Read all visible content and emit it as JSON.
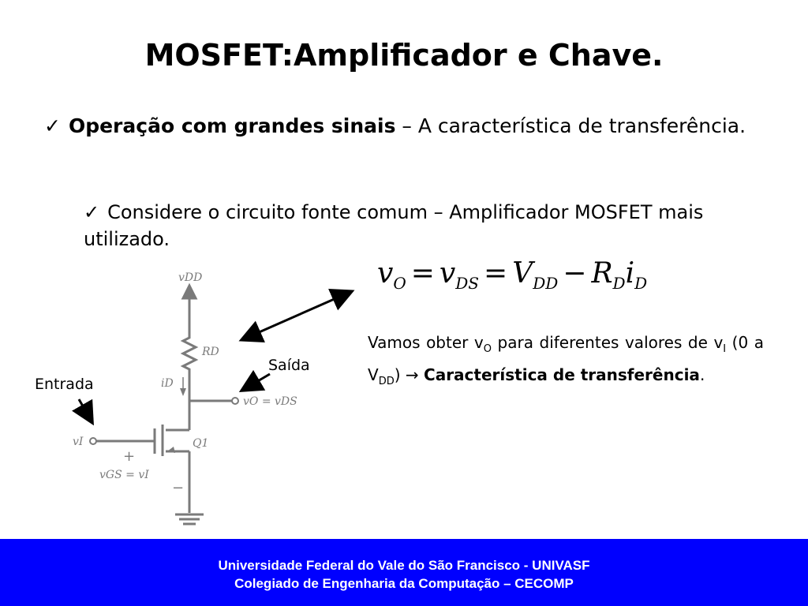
{
  "title": "MOSFET:Amplificador e Chave.",
  "bullet1": {
    "bold": "Operação com grandes sinais",
    "rest": " – A característica de transferência."
  },
  "bullet2": {
    "text": "Considere o circuito fonte comum – Amplificador MOSFET mais utilizado."
  },
  "equation": {
    "v": "v",
    "O": "O",
    "DS": "DS",
    "V": "V",
    "DD": "DD",
    "R": "R",
    "D": "D",
    "i": "i"
  },
  "para": {
    "p1": "Vamos obter v",
    "sub_o": "O",
    "p2": " para diferentes valores de v",
    "sub_i": "I",
    "p3": " (0 a V",
    "sub_dd": "DD",
    "p4": ") ",
    "arrow": "→",
    "bold": "Característica de transferência",
    "end": "."
  },
  "labels": {
    "entrada": "Entrada",
    "saida": "Saída"
  },
  "circuit": {
    "vdd": "vDD",
    "rd": "RD",
    "id": "iD",
    "vo": "vO = vDS",
    "vi": "vI",
    "plus": "+",
    "minus": "−",
    "vgs": "vGS = vI",
    "q1": "Q1"
  },
  "footer": {
    "line1": "Universidade Federal do Vale do São Francisco - UNIVASF",
    "line2": "Colegiado de Engenharia da Computação – CECOMP"
  },
  "colors": {
    "footer_bg": "#0000ff",
    "circuit": "#7a7a7a"
  }
}
